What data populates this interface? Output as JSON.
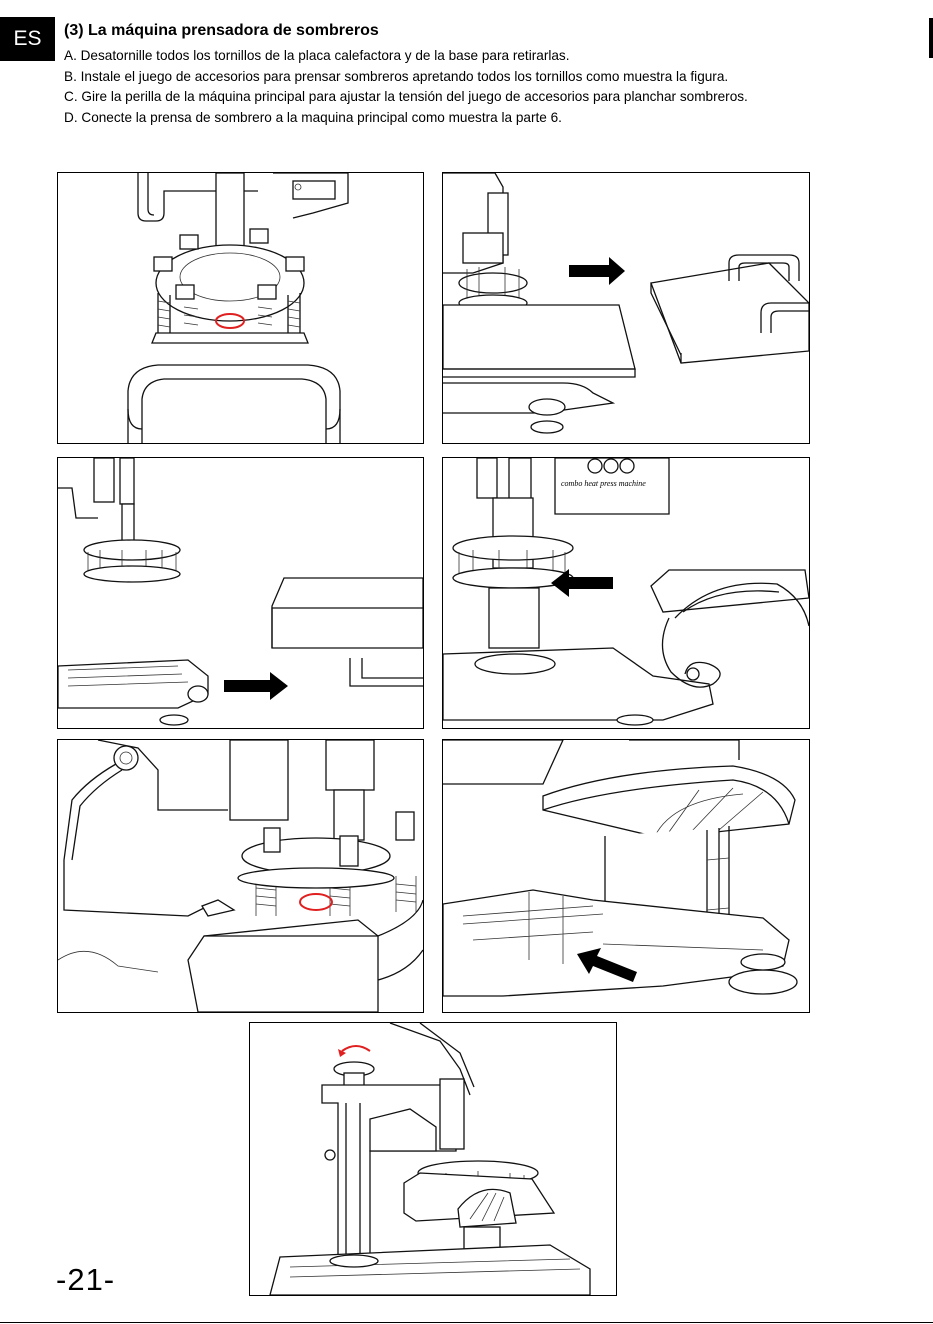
{
  "language_tab": "ES",
  "page_number": "-21-",
  "section_title": "(3) La máquina prensadora de sombreros",
  "steps": [
    "A. Desatornille todos los tornillos de la placa calefactora y de la base para retirarlas.",
    "B. Instale el juego de accesorios para prensar sombreros apretando todos los tornillos como muestra la figura.",
    "C. Gire la perilla de la máquina principal para ajustar la tensión del juego de accesorios para planchar sombreros.",
    "D. Conecte la prensa de sombrero a la maquina principal como muestra la parte 6."
  ],
  "control_panel_label": "combo heat press machine",
  "colors": {
    "accent_red": "#e02020",
    "ink": "#000000"
  }
}
